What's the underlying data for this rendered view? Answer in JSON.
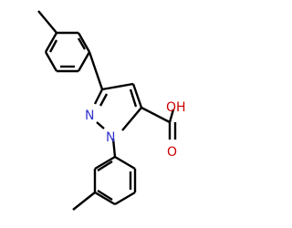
{
  "molecule": {
    "colors": {
      "bond": "#000000",
      "nitrogen": "#3333cc",
      "oxygen": "#cc0000",
      "carbon": "#000000"
    },
    "labels": {
      "n2": "N",
      "n1": "N",
      "hydroxyl": "OH",
      "carbonyl_o": "O",
      "methyl_top": "",
      "methyl_bottom": ""
    }
  }
}
